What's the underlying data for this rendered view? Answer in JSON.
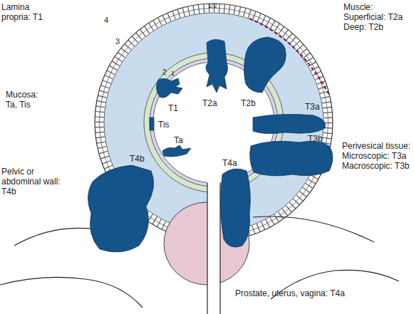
{
  "diagram": {
    "labels": [
      "Lamina propria: T1",
      "4",
      "3",
      "1/2",
      "Muscle: Superficial: T2a Deep: T2b",
      "2",
      "1",
      "Mucosa: Ta, Tis",
      "T1",
      "T2a",
      "T2b",
      "Tis",
      "Ta",
      "T3a",
      "T3b",
      "Perivesical tissue: Microscopic: T3a Macroscopic: T3b",
      "Pelvic or abdominal wall: T4b",
      "T4b",
      "T4a",
      "Prostate, uterus, vagina: T4a"
    ]
  }
}
